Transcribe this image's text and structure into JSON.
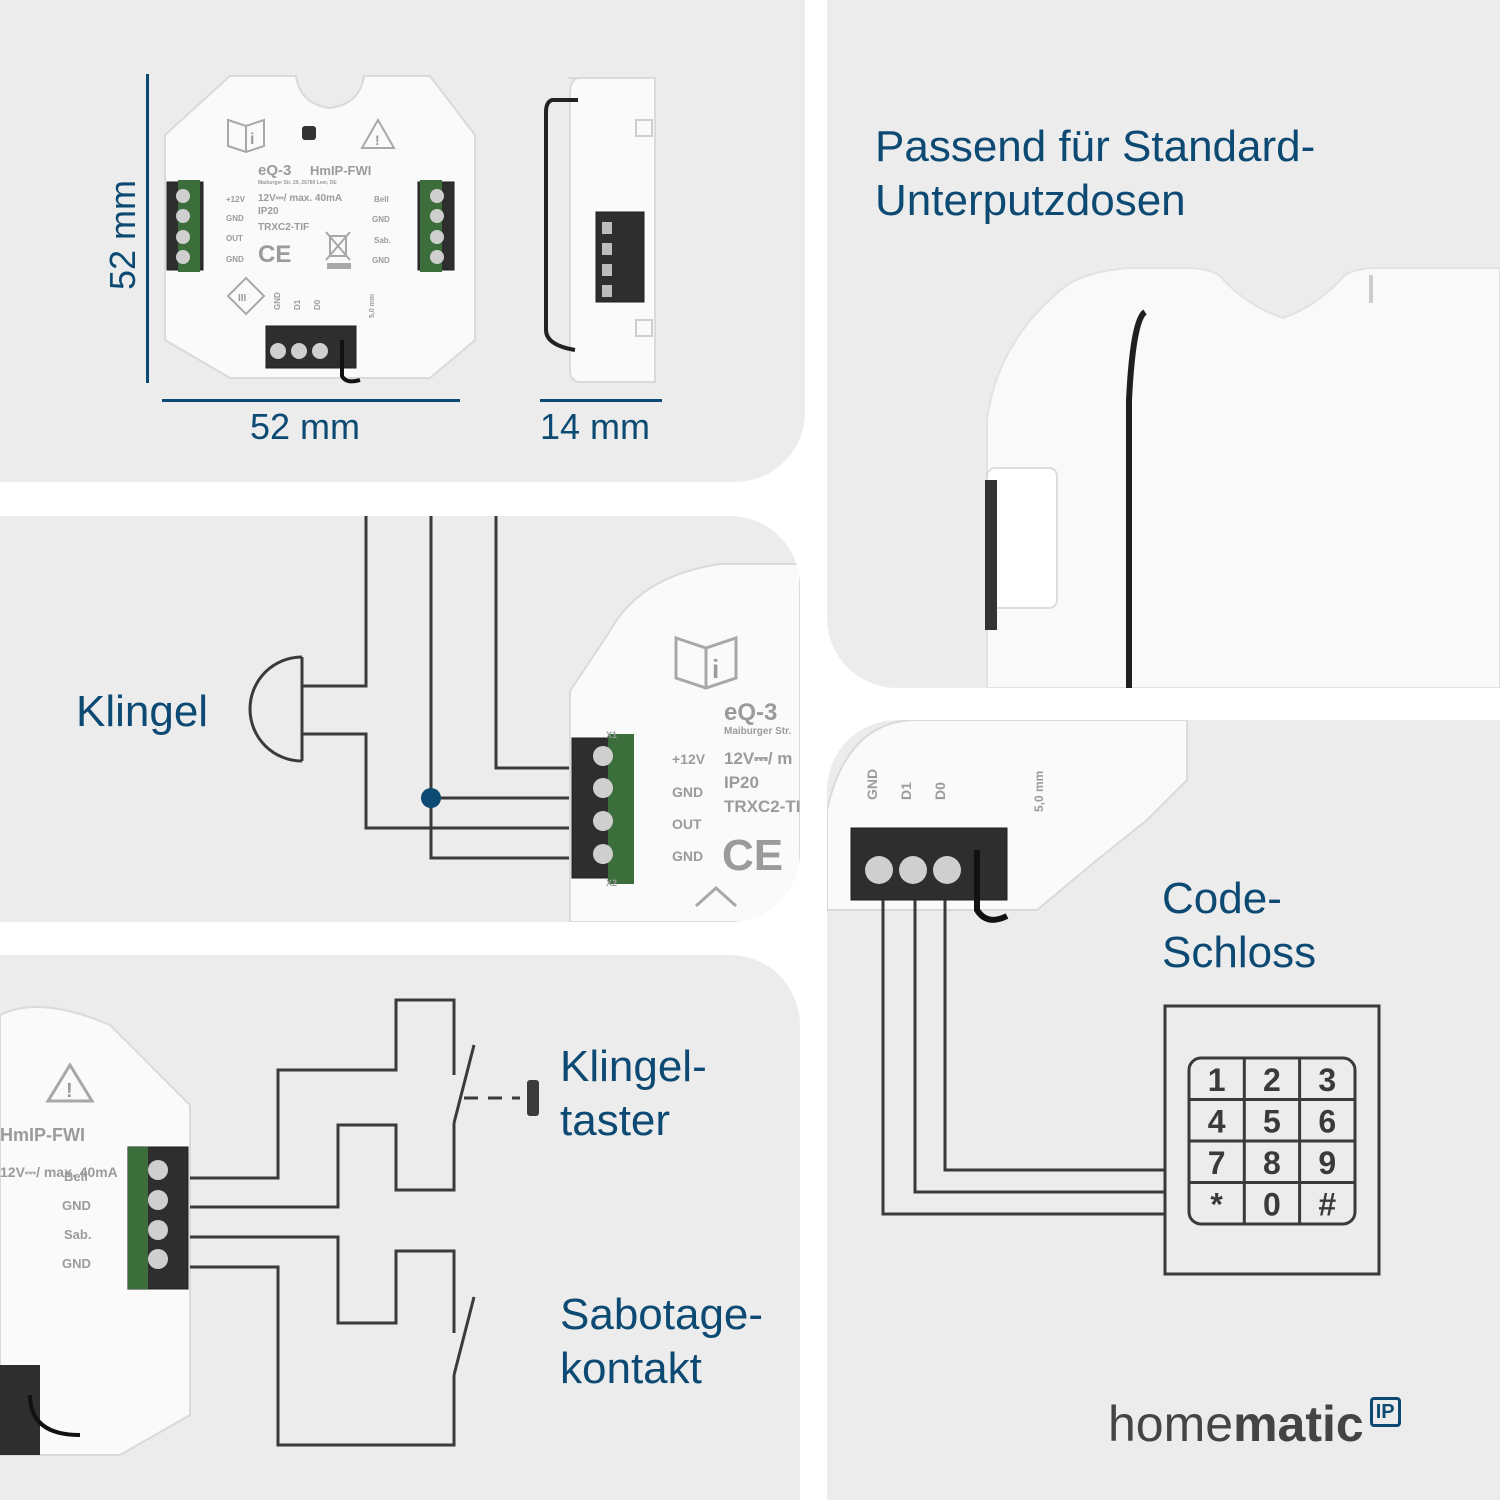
{
  "dimensions": {
    "height": "52 mm",
    "width": "52 mm",
    "depth": "14 mm"
  },
  "device": {
    "brand_mark": "eQ-3",
    "model": "HmIP-FWI",
    "address": "Maiburger Str. 29, 26789 Leer, DE",
    "address_short": "Maiburger Str.",
    "rating": "12V⎓/ max. 40mA",
    "rating_short": "12V⎓/ m",
    "ip": "IP20",
    "trx": "TRXC2-TIF",
    "left_terminals": [
      "+12V",
      "GND",
      "OUT",
      "GND"
    ],
    "right_terminals": [
      "Bell",
      "GND",
      "Sab.",
      "GND"
    ],
    "bottom_terminals": [
      "GND",
      "D1",
      "D0"
    ],
    "measure": "5,0 mm",
    "x1": "X1",
    "x2": "X2"
  },
  "headline": {
    "fit": "Passend für Standard-\nUnterputzdosen"
  },
  "labels": {
    "bell": "Klingel",
    "bell_button": "Klingel-\ntaster",
    "tamper": "Sabotage-\nkontakt",
    "code_lock": "Code-\nSchloss"
  },
  "keypad": {
    "keys": [
      "1",
      "2",
      "3",
      "4",
      "5",
      "6",
      "7",
      "8",
      "9",
      "*",
      "0",
      "#"
    ]
  },
  "brand": {
    "light": "home",
    "bold": "matic",
    "badge": "IP"
  },
  "colors": {
    "accent": "#0d4a73",
    "panel": "#ececec",
    "line": "#3a3a3a",
    "terminal": "#333333"
  },
  "icons": [
    "manual-book-icon",
    "warning-triangle-icon",
    "ce-mark-icon",
    "weee-bin-icon",
    "class-iii-icon",
    "screw-icon"
  ]
}
